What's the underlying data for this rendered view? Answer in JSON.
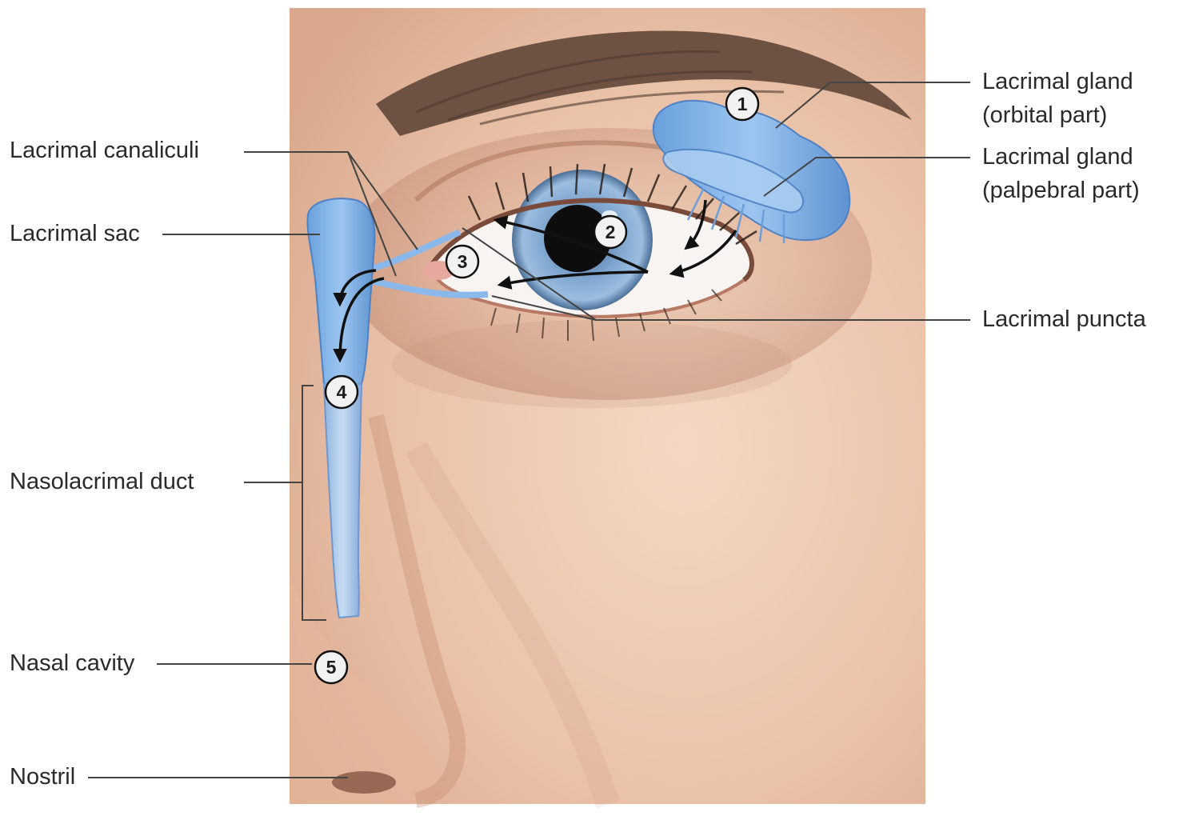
{
  "labels": {
    "lacrimal_canaliculi": "Lacrimal canaliculi",
    "lacrimal_sac": "Lacrimal sac",
    "nasolacrimal_duct": "Nasolacrimal duct",
    "nasal_cavity": "Nasal cavity",
    "nostril": "Nostril",
    "lacrimal_gland_orbital_line1": "Lacrimal gland",
    "lacrimal_gland_orbital_line2": "(orbital part)",
    "lacrimal_gland_palpebral_line1": "Lacrimal gland",
    "lacrimal_gland_palpebral_line2": "(palpebral part)",
    "lacrimal_puncta": "Lacrimal puncta"
  },
  "steps": [
    "1",
    "2",
    "3",
    "4",
    "5"
  ],
  "colors": {
    "skin_light": "#f2d2bc",
    "skin_mid": "#e2b39a",
    "skin_shadow": "#c98f75",
    "lacrimal_blue": "#7fb2e8",
    "lacrimal_blue_dark": "#5b8fd0",
    "iris": "#6f97c2",
    "leader_line": "#444444",
    "arrow": "#111111"
  }
}
